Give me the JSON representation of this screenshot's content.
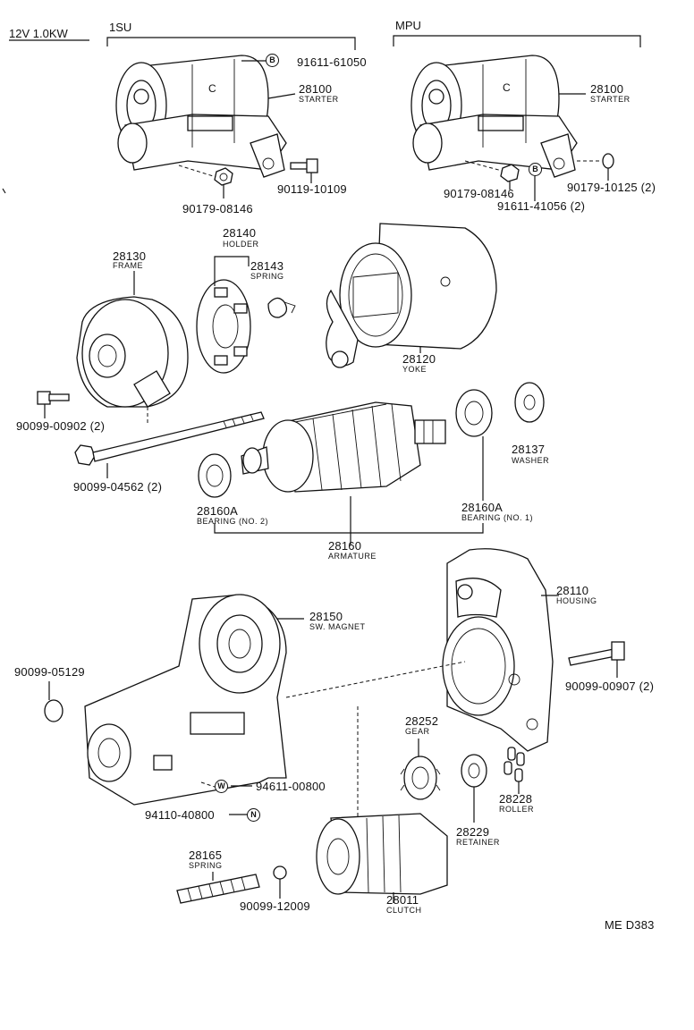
{
  "header": {
    "spec": "12V 1.0KW",
    "variant_left": "1SU",
    "variant_right": "MPU"
  },
  "callout_letters": {
    "c": "C",
    "b": "B",
    "w": "W",
    "n": "N"
  },
  "parts": {
    "starter_left": {
      "no": "28100",
      "name": "STARTER"
    },
    "starter_right": {
      "no": "28100",
      "name": "STARTER"
    },
    "bolt_91611_61050": {
      "no": "91611-61050"
    },
    "bolt_90119_10109": {
      "no": "90119-10109"
    },
    "nut_90179_08146_left": {
      "no": "90179-08146"
    },
    "nut_90179_08146_right": {
      "no": "90179-08146"
    },
    "bolt_91611_41056": {
      "no": "91611-41056 (2)"
    },
    "nut_90179_10125": {
      "no": "90179-10125 (2)"
    },
    "frame": {
      "no": "28130",
      "name": "FRAME"
    },
    "holder": {
      "no": "28140",
      "name": "HOLDER"
    },
    "spring_28143": {
      "no": "28143",
      "name": "SPRING"
    },
    "yoke": {
      "no": "28120",
      "name": "YOKE"
    },
    "screw_90099_00902": {
      "no": "90099-00902 (2)"
    },
    "bolt_90099_04562": {
      "no": "90099-04562 (2)"
    },
    "washer": {
      "no": "28137",
      "name": "WASHER"
    },
    "bearing_no2": {
      "no": "28160A",
      "name": "BEARING (NO. 2)"
    },
    "bearing_no1": {
      "no": "28160A",
      "name": "BEARING (NO. 1)"
    },
    "armature": {
      "no": "28160",
      "name": "ARMATURE"
    },
    "housing": {
      "no": "28110",
      "name": "HOUSING"
    },
    "sw_magnet": {
      "no": "28150",
      "name": "SW. MAGNET"
    },
    "cap_90099_05129": {
      "no": "90099-05129"
    },
    "bolt_90099_00907": {
      "no": "90099-00907 (2)"
    },
    "gear": {
      "no": "28252",
      "name": "GEAR"
    },
    "washer_94611_00800": {
      "no": "94611-00800"
    },
    "nut_94110_40800": {
      "no": "94110-40800"
    },
    "roller": {
      "no": "28228",
      "name": "ROLLER"
    },
    "retainer": {
      "no": "28229",
      "name": "RETAINER"
    },
    "spring_28165": {
      "no": "28165",
      "name": "SPRING"
    },
    "ball_90099_12009": {
      "no": "90099-12009"
    },
    "clutch": {
      "no": "28011",
      "name": "CLUTCH"
    }
  },
  "footer": {
    "code": "ME D383"
  }
}
